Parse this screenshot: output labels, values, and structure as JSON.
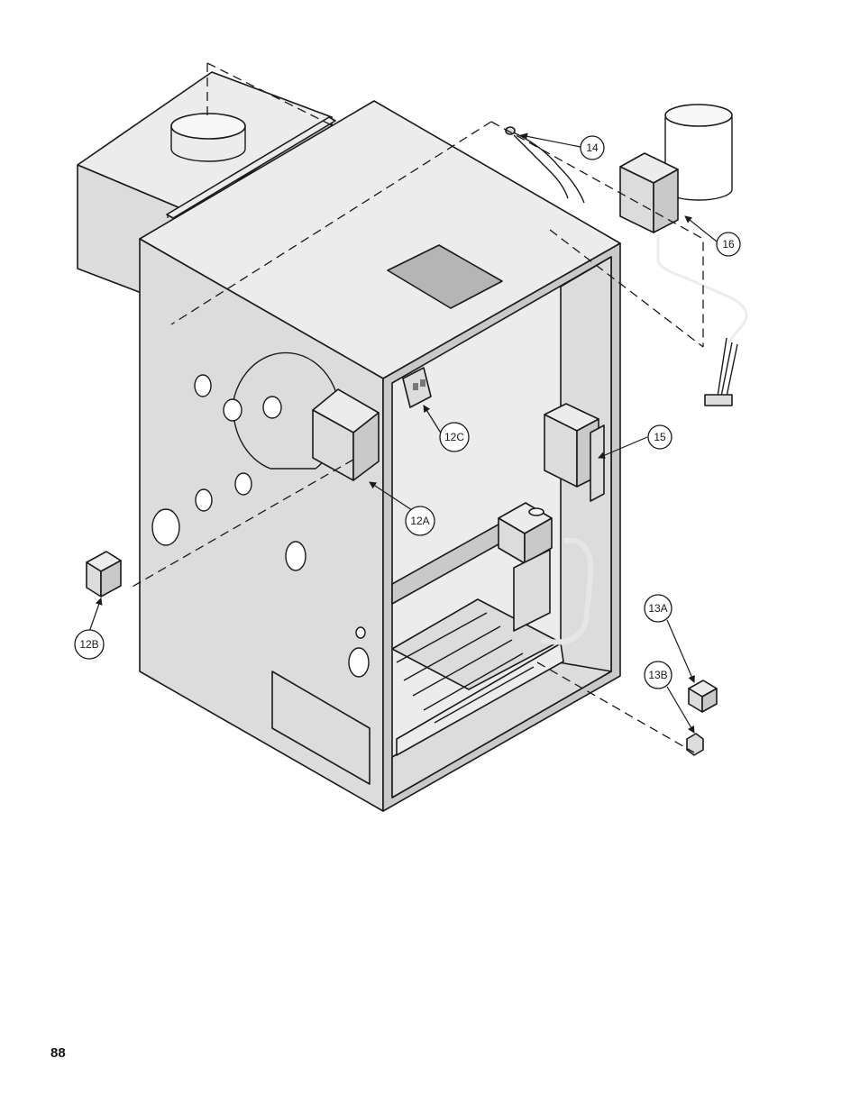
{
  "callouts": {
    "c12a": "12A",
    "c12b": "12B",
    "c12c": "12C",
    "c13a": "13A",
    "c13b": "13B",
    "c14": "14",
    "c15": "15",
    "c16": "16"
  },
  "page_number": "88"
}
